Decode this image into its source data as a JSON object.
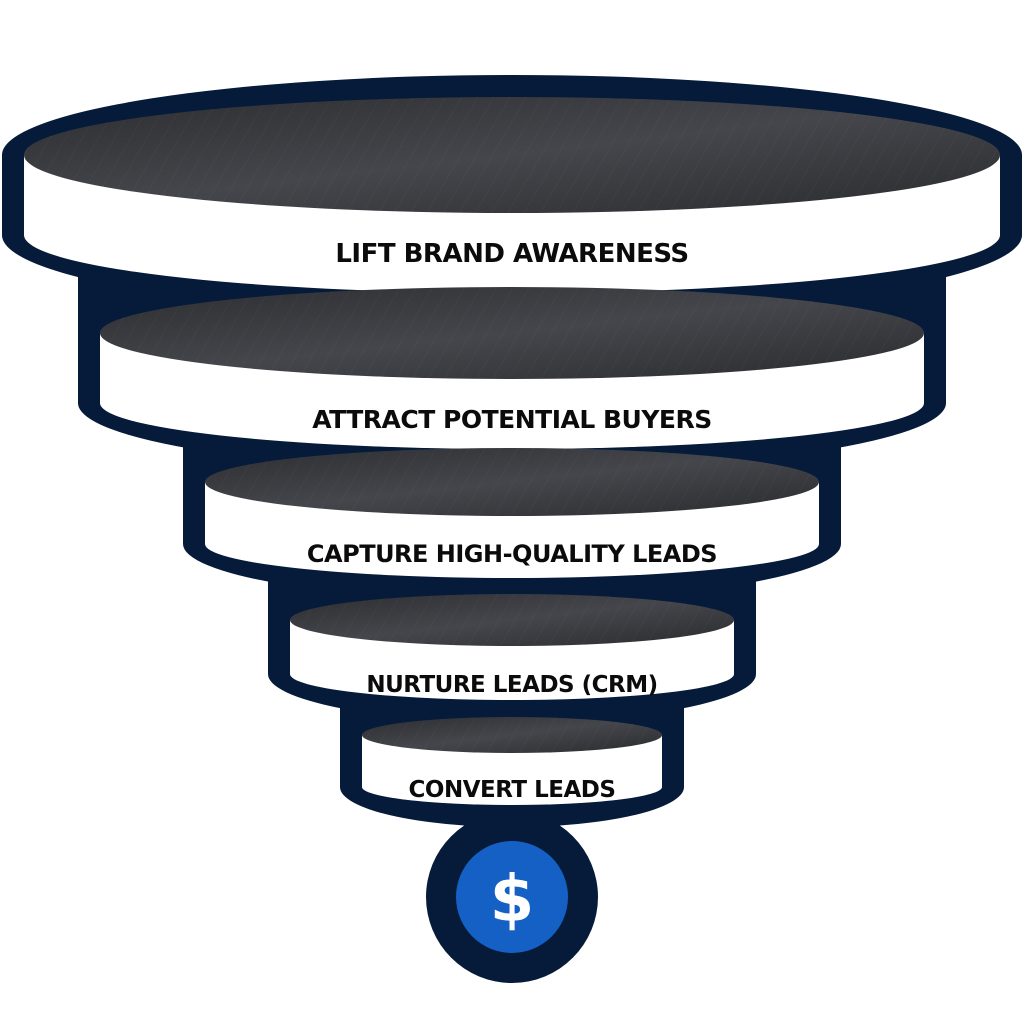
{
  "diagram": {
    "type": "sales-funnel",
    "colors": {
      "outline": "#061a3a",
      "disc_top": "#3a3b40",
      "band": "#ffffff",
      "text": "#0b0b0b",
      "coin": "#1560c4",
      "coin_glyph": "#ffffff"
    },
    "stages": [
      {
        "label": "LIFT BRAND AWARENESS"
      },
      {
        "label": "ATTRACT POTENTIAL BUYERS"
      },
      {
        "label": "CAPTURE HIGH-QUALITY LEADS"
      },
      {
        "label": "NURTURE LEADS (CRM)"
      },
      {
        "label": "CONVERT LEADS"
      }
    ],
    "outcome": {
      "icon": "dollar-icon",
      "glyph": "$"
    }
  }
}
